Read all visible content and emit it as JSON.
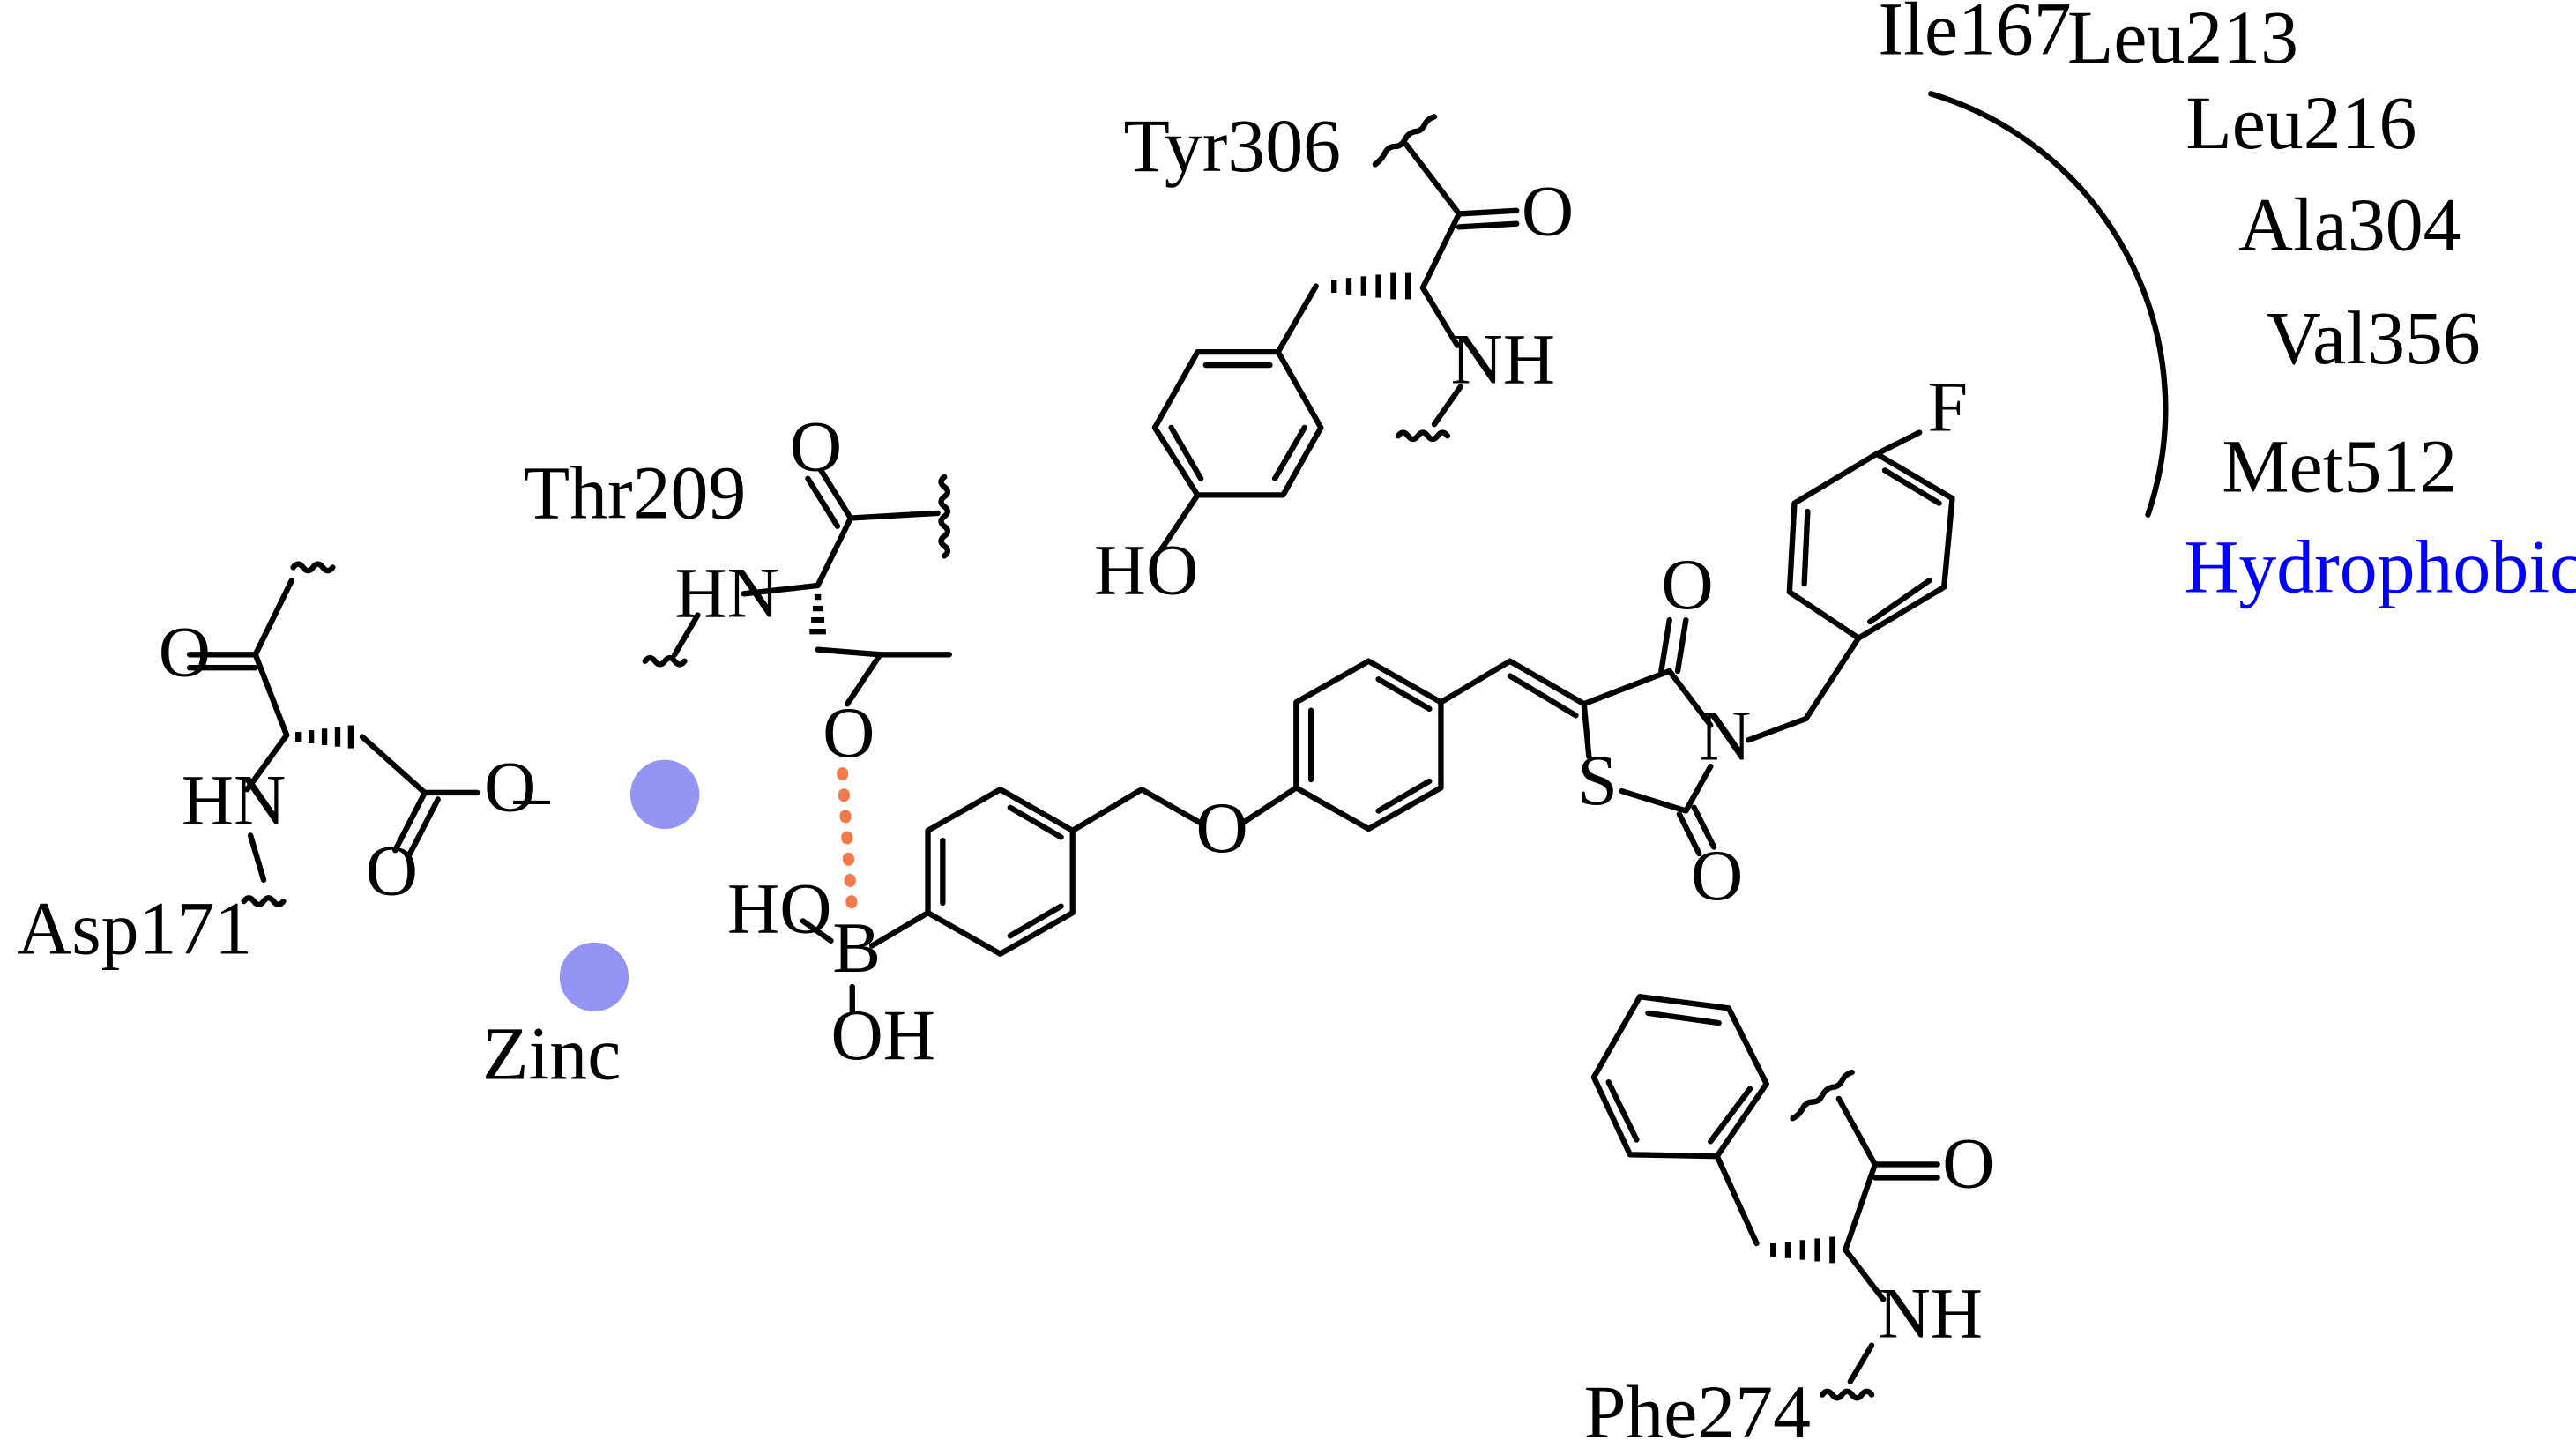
{
  "residues": {
    "asp": "Asp171",
    "thr": "Thr209",
    "tyr": "Tyr306",
    "phe": "Phe274",
    "zinc": "Zinc"
  },
  "hydrophobic": {
    "title": "Hydrophobic region",
    "residues": [
      "Ile167",
      "Leu213",
      "Leu216",
      "Ala304",
      "Val356",
      "Met512"
    ]
  },
  "atoms": {
    "asp_co": "O",
    "asp_nh": "HN",
    "asp_coo_o1": "O",
    "asp_coo_o2": "O",
    "asp_charge": "–",
    "thr_co": "O",
    "thr_nh": "HN",
    "thr_og": "O",
    "tyr_co": "O",
    "tyr_nh": "NH",
    "tyr_oh": "HO",
    "phe_co": "O",
    "phe_nh": "NH",
    "boron": "B",
    "boron_oh1": "HO",
    "boron_oh2": "OH",
    "ether_o": "O",
    "tzd_o1": "O",
    "tzd_o2": "O",
    "tzd_n": "N",
    "tzd_s": "S",
    "fluorine": "F"
  },
  "colors": {
    "zinc": "#9494f5",
    "hbond": "#f27a4a",
    "region_label": "#0000ff"
  }
}
